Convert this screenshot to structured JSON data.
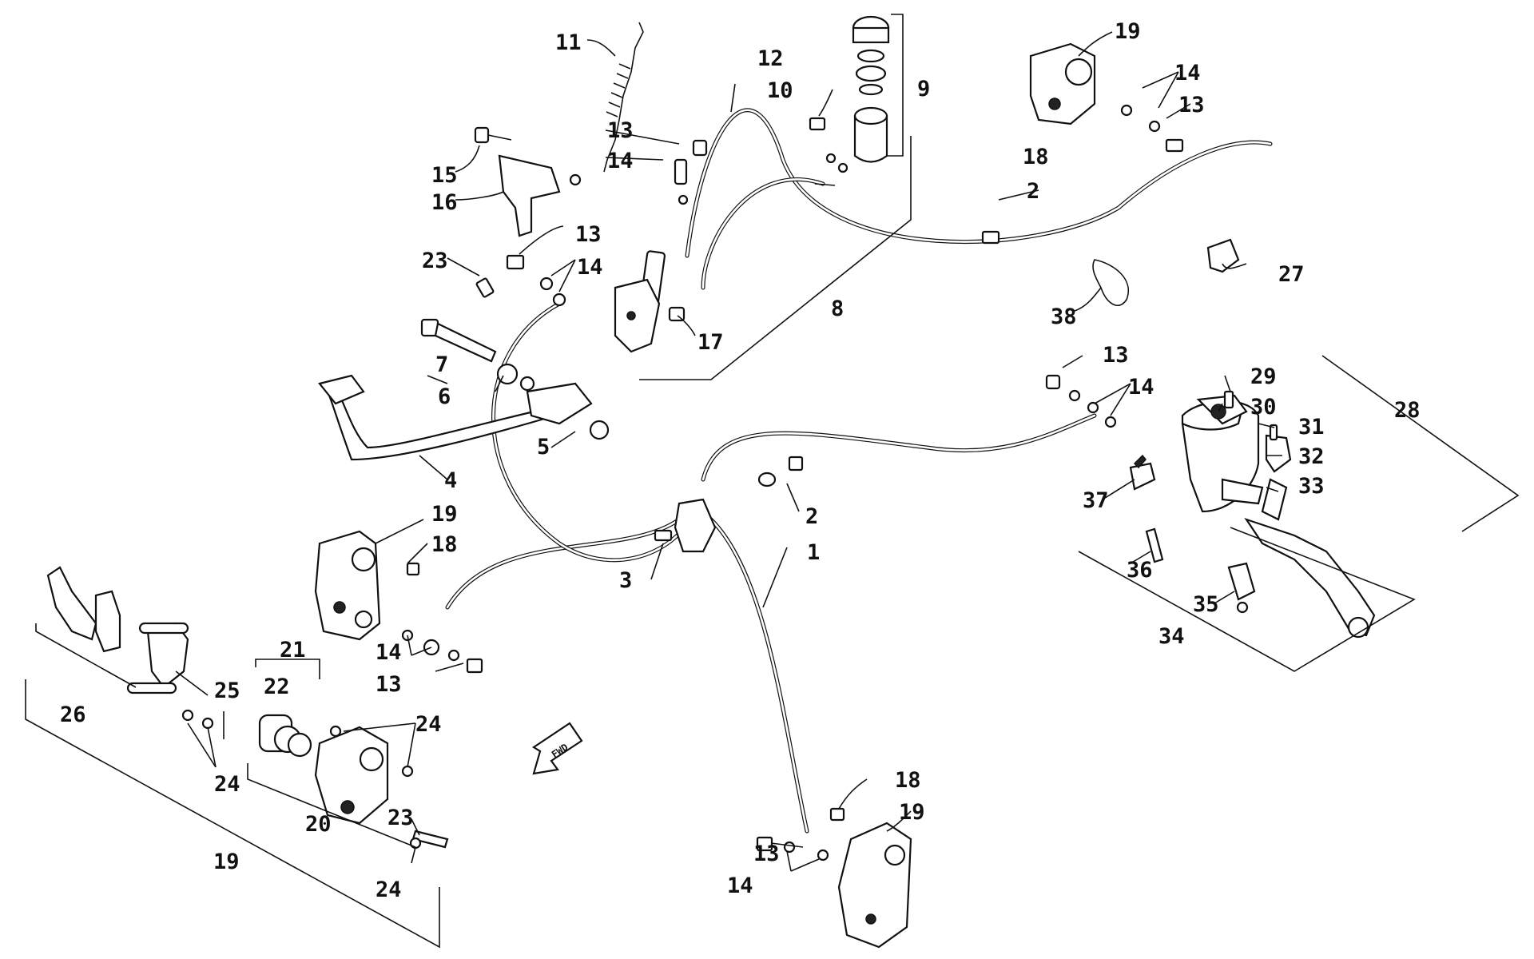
{
  "diagram": {
    "fwd_label": "FWD",
    "callouts": [
      {
        "id": "c1",
        "text": "1"
      },
      {
        "id": "c2a",
        "text": "2"
      },
      {
        "id": "c2b",
        "text": "2"
      },
      {
        "id": "c3",
        "text": "3"
      },
      {
        "id": "c4",
        "text": "4"
      },
      {
        "id": "c5",
        "text": "5"
      },
      {
        "id": "c6",
        "text": "6"
      },
      {
        "id": "c7",
        "text": "7"
      },
      {
        "id": "c8",
        "text": "8"
      },
      {
        "id": "c9",
        "text": "9"
      },
      {
        "id": "c10",
        "text": "10"
      },
      {
        "id": "c11",
        "text": "11"
      },
      {
        "id": "c12",
        "text": "12"
      },
      {
        "id": "c13a",
        "text": "13"
      },
      {
        "id": "c13b",
        "text": "13"
      },
      {
        "id": "c13c",
        "text": "13"
      },
      {
        "id": "c13d",
        "text": "13"
      },
      {
        "id": "c13e",
        "text": "13"
      },
      {
        "id": "c13f",
        "text": "13"
      },
      {
        "id": "c14a",
        "text": "14"
      },
      {
        "id": "c14b",
        "text": "14"
      },
      {
        "id": "c14c",
        "text": "14"
      },
      {
        "id": "c14d",
        "text": "14"
      },
      {
        "id": "c14e",
        "text": "14"
      },
      {
        "id": "c14f",
        "text": "14"
      },
      {
        "id": "c15",
        "text": "15"
      },
      {
        "id": "c16",
        "text": "16"
      },
      {
        "id": "c17",
        "text": "17"
      },
      {
        "id": "c18a",
        "text": "18"
      },
      {
        "id": "c18b",
        "text": "18"
      },
      {
        "id": "c18c",
        "text": "18"
      },
      {
        "id": "c19a",
        "text": "19"
      },
      {
        "id": "c19b",
        "text": "19"
      },
      {
        "id": "c19c",
        "text": "19"
      },
      {
        "id": "c19d",
        "text": "19"
      },
      {
        "id": "c20",
        "text": "20"
      },
      {
        "id": "c21",
        "text": "21"
      },
      {
        "id": "c22",
        "text": "22"
      },
      {
        "id": "c23a",
        "text": "23"
      },
      {
        "id": "c23b",
        "text": "23"
      },
      {
        "id": "c24a",
        "text": "24"
      },
      {
        "id": "c24b",
        "text": "24"
      },
      {
        "id": "c24c",
        "text": "24"
      },
      {
        "id": "c25",
        "text": "25"
      },
      {
        "id": "c26",
        "text": "26"
      },
      {
        "id": "c27",
        "text": "27"
      },
      {
        "id": "c28",
        "text": "28"
      },
      {
        "id": "c29",
        "text": "29"
      },
      {
        "id": "c30",
        "text": "30"
      },
      {
        "id": "c31",
        "text": "31"
      },
      {
        "id": "c32",
        "text": "32"
      },
      {
        "id": "c33",
        "text": "33"
      },
      {
        "id": "c34",
        "text": "34"
      },
      {
        "id": "c35",
        "text": "35"
      },
      {
        "id": "c36",
        "text": "36"
      },
      {
        "id": "c37",
        "text": "37"
      },
      {
        "id": "c38",
        "text": "38"
      }
    ]
  }
}
